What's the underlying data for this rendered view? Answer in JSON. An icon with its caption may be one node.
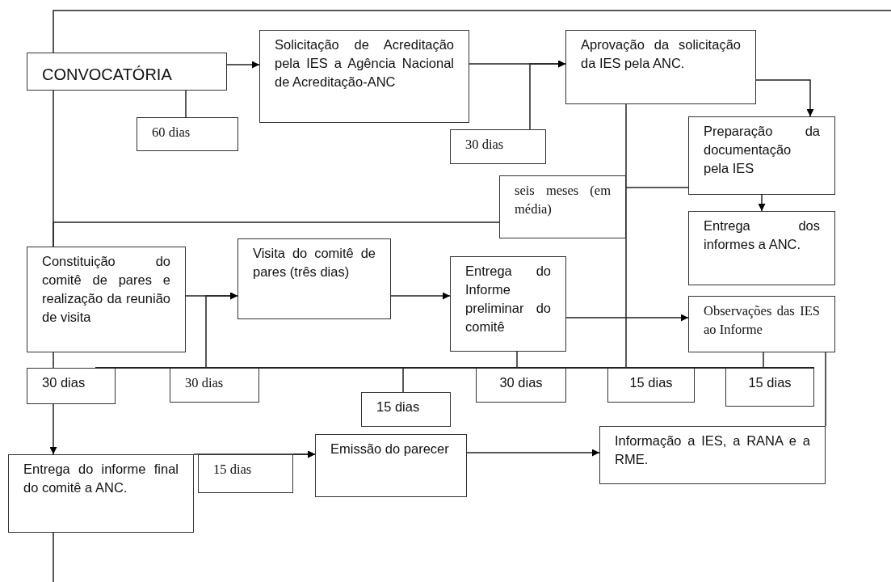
{
  "diagram": {
    "nodes": [
      {
        "text": [
          "CONVOCATÓRIA"
        ]
      },
      {
        "text": [
          "Solicitação de Acreditação pela IES a Agência Nacional de Acreditação-ANC"
        ]
      },
      {
        "text": [
          "Aprovação da solicitação da IES pela ANC."
        ]
      },
      {
        "text": [
          "60 dias"
        ]
      },
      {
        "text": [
          "30 dias"
        ]
      },
      {
        "text": [
          "Preparação da documentação pela IES"
        ]
      },
      {
        "text": [
          "seis meses (em média)"
        ]
      },
      {
        "text": [
          "Entrega dos informes a ANC."
        ]
      },
      {
        "text": [
          "Constituição do comitê de pares e realização da reunião de visita"
        ]
      },
      {
        "text": [
          "Visita do comitê de pares (três dias)"
        ]
      },
      {
        "text": [
          "Entrega do Informe preliminar do comitê"
        ]
      },
      {
        "text": [
          "Observações das IES ao Informe"
        ]
      },
      {
        "text": [
          "30 dias"
        ]
      },
      {
        "text": [
          "30 dias"
        ]
      },
      {
        "text": [
          "30 dias"
        ]
      },
      {
        "text": [
          "15 dias"
        ]
      },
      {
        "text": [
          "15 dias"
        ]
      },
      {
        "text": [
          "15 dias"
        ]
      },
      {
        "text": [
          "Emissão do parecer"
        ]
      },
      {
        "text": [
          "Informação a IES, a RANA e a RME."
        ]
      },
      {
        "text": [
          "15 dias"
        ]
      },
      {
        "text": [
          "Entrega do informe final do comitê a ANC."
        ]
      },
      {
        "text": [],
        "shape": "bar"
      }
    ],
    "edges": [
      {
        "from": 0,
        "to": 1,
        "arrow": "to"
      },
      {
        "from": 0,
        "to": 3,
        "arrow": "none"
      },
      {
        "from": 1,
        "to": 2,
        "arrow": "to"
      },
      {
        "from": 4,
        "to": 2,
        "arrow": "to"
      },
      {
        "from": 2,
        "to": 5,
        "arrow": "to"
      },
      {
        "from": 5,
        "to": 7,
        "arrow": "to"
      },
      {
        "from": 2,
        "to": 15,
        "arrow": "none"
      },
      {
        "from": 5,
        "to": 6,
        "arrow": "none"
      },
      {
        "from": 6,
        "to": 8,
        "arrow": "none"
      },
      {
        "from": null,
        "to": 0,
        "arrow": "none"
      },
      {
        "from": 0,
        "to": 8,
        "arrow": "none"
      },
      {
        "from": 8,
        "to": 9,
        "arrow": "to"
      },
      {
        "from": 13,
        "to": 9,
        "arrow": "to"
      },
      {
        "from": 9,
        "to": 10,
        "arrow": "to"
      },
      {
        "from": 10,
        "to": 11,
        "arrow": "to"
      },
      {
        "from": 10,
        "to": 14,
        "arrow": "none"
      },
      {
        "from": 11,
        "to": 16,
        "arrow": "none"
      },
      {
        "from": 17,
        "to": 22,
        "arrow": "none"
      },
      {
        "from": 8,
        "to": 12,
        "arrow": "none"
      },
      {
        "from": 12,
        "to": 21,
        "arrow": "to"
      },
      {
        "from": 21,
        "to": 18,
        "arrow": "to"
      },
      {
        "from": 20,
        "to": 18,
        "arrow": "to"
      },
      {
        "from": 18,
        "to": 19,
        "arrow": "to"
      },
      {
        "from": 11,
        "to": 19,
        "arrow": "none"
      },
      {
        "from": 21,
        "to": null,
        "arrow": "none"
      }
    ]
  }
}
